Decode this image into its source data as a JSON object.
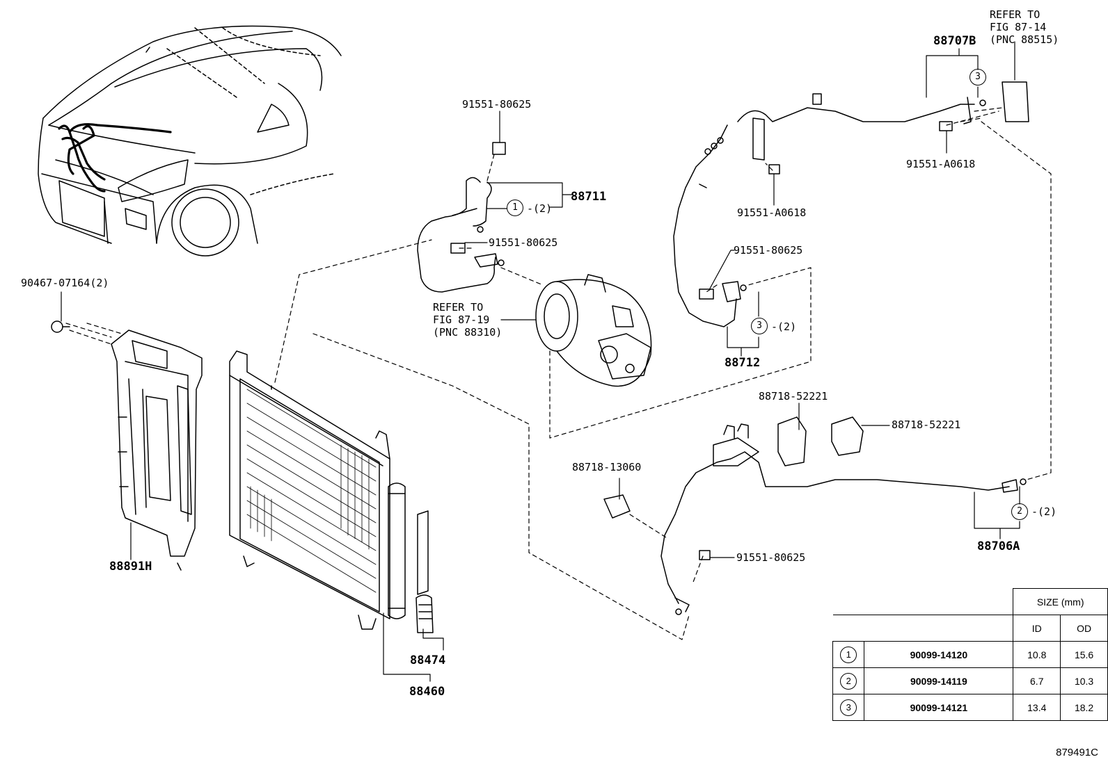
{
  "labels": {
    "p91551_80625_top": "91551-80625",
    "p88711": "88711",
    "ring1_qty": "-(2)",
    "p91551_80625_mid": "91551-80625",
    "refer_fig_87_19": "REFER TO\nFIG 87-19\n(PNC 88310)",
    "p90467_07164": "90467-07164(2)",
    "p88891H": "88891H",
    "p88460": "88460",
    "p88474": "88474",
    "refer_fig_87_14": "REFER TO\nFIG 87-14\n(PNC 88515)",
    "p88707B": "88707B",
    "p91551_A0618_right": "91551-A0618",
    "p91551_A0618_mid": "91551-A0618",
    "p91551_80625_right": "91551-80625",
    "ring3_qty": "-(2)",
    "p88712": "88712",
    "p88718_52221_a": "88718-52221",
    "p88718_52221_b": "88718-52221",
    "p88718_13060": "88718-13060",
    "p88706A": "88706A",
    "ring2_qty": "-(2)",
    "p91551_80625_low": "91551-80625",
    "figure_code": "879491C"
  },
  "callouts": {
    "c1": "1",
    "c2": "2",
    "c3": "3",
    "c3b": "3"
  },
  "size_table": {
    "header": "SIZE (mm)",
    "col_id": "ID",
    "col_od": "OD",
    "rows": [
      {
        "ring": "1",
        "part": "90099-14120",
        "id": "10.8",
        "od": "15.6"
      },
      {
        "ring": "2",
        "part": "90099-14119",
        "id": "6.7",
        "od": "10.3"
      },
      {
        "ring": "3",
        "part": "90099-14121",
        "id": "13.4",
        "od": "18.2"
      }
    ]
  }
}
